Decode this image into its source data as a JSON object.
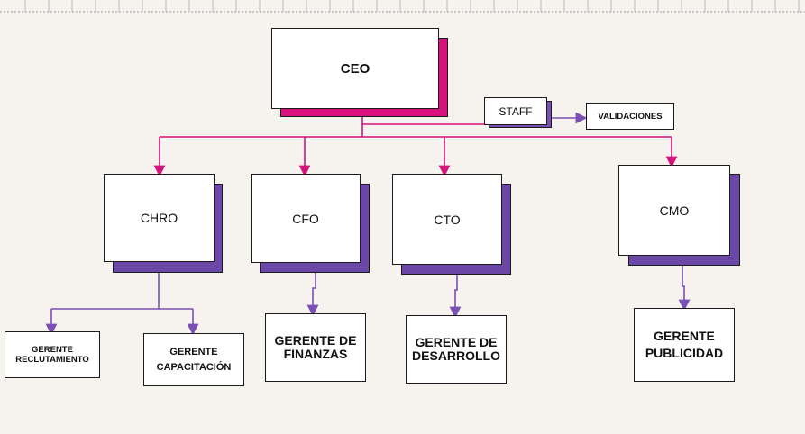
{
  "colors": {
    "background": "#f6f2ee",
    "magenta": "#d6127c",
    "purple": "#7a4fb4",
    "purple_shadow": "#6b48a8",
    "box_border": "#1a1a1a"
  },
  "nodes": {
    "ceo": "CEO",
    "staff": "STAFF",
    "validaciones": "VALIDACIONES",
    "chro": "CHRO",
    "cfo": "CFO",
    "cto": "CTO",
    "cmo": "CMO",
    "gerente_reclutamiento": "GERENTE\nRECLUTAMIENTO",
    "gerente_capacitacion": "GERENTE\nCAPACITACIÓN",
    "gerente_finanzas": "GERENTE DE\nFINANZAS",
    "gerente_desarrollo": "GERENTE DE\nDESARROLLO",
    "gerente_publicidad": "GERENTE\nPUBLICIDAD"
  }
}
